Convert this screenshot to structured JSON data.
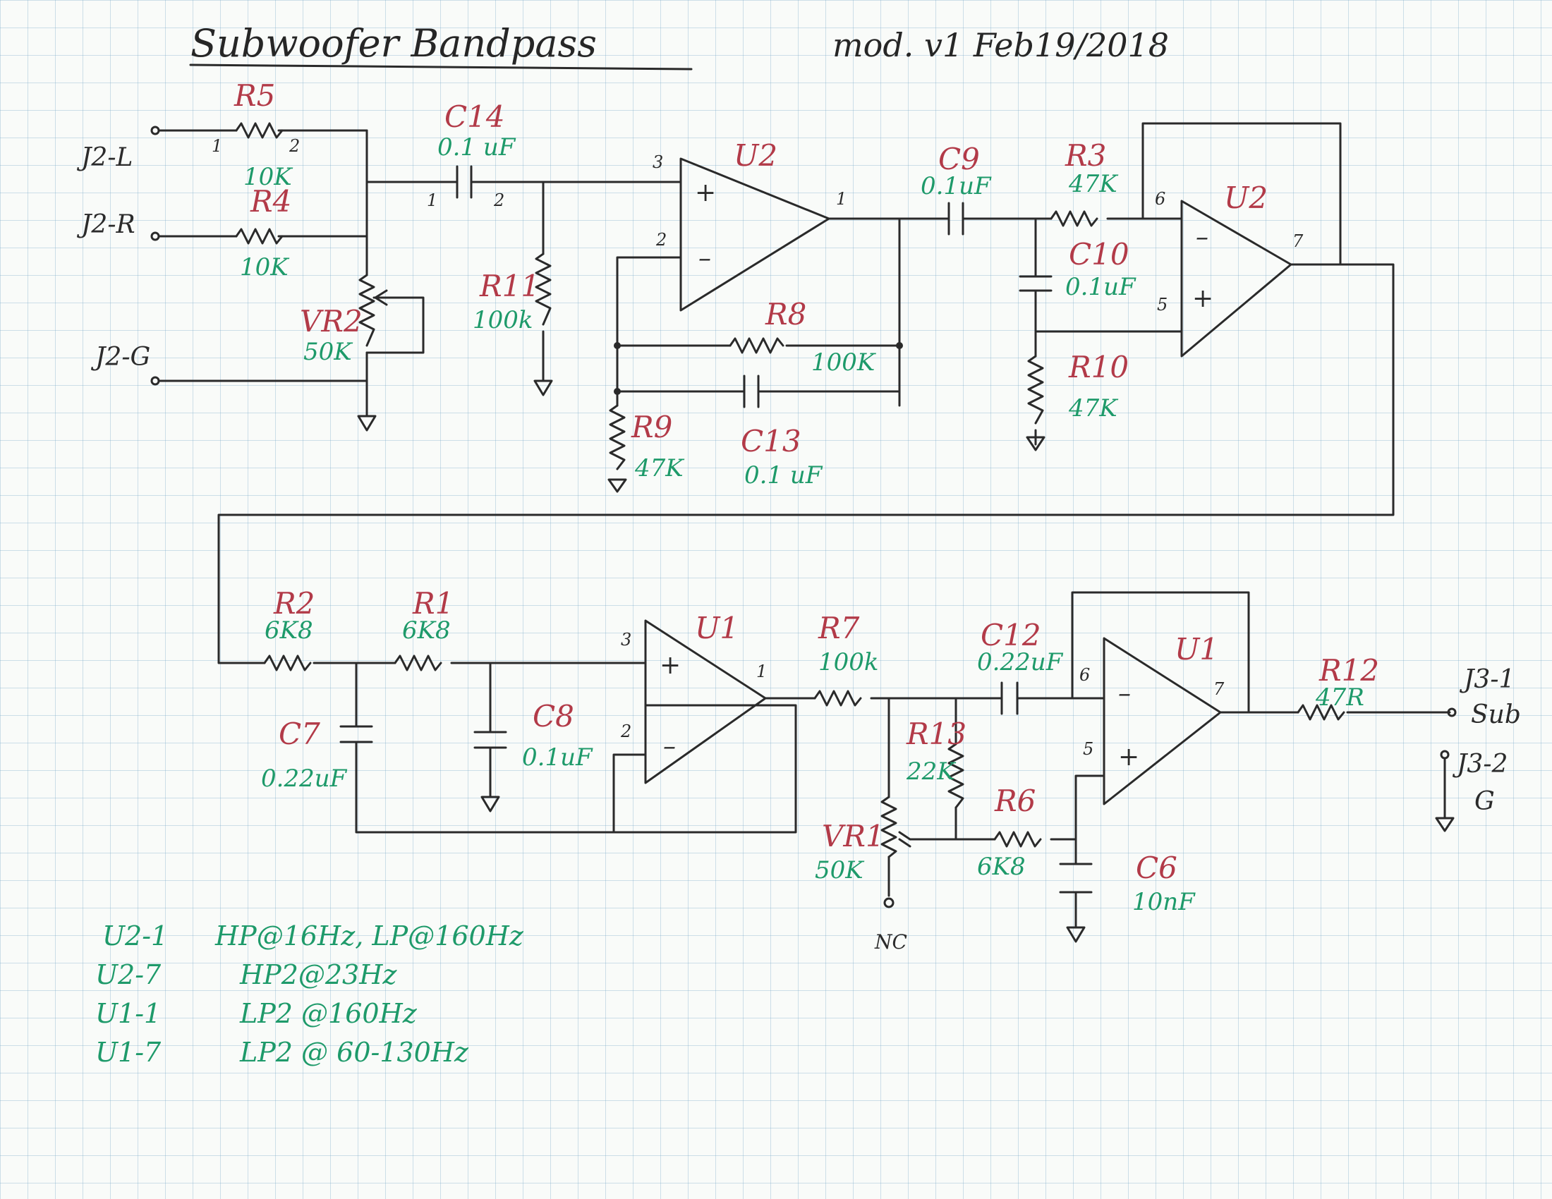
{
  "title": "Subwoofer Bandpass",
  "revision": "mod. v1 Feb19/2018",
  "colors": {
    "wire": "#2a2a2a",
    "designator": "#b23a48",
    "value": "#1e9a6a",
    "grid": "#78aac8"
  },
  "connectors": [
    {
      "id": "J2-L",
      "label": "J2-L"
    },
    {
      "id": "J2-R",
      "label": "J2-R"
    },
    {
      "id": "J2-G",
      "label": "J2-G"
    },
    {
      "id": "J3-1",
      "label": "J3-1",
      "signal": "Sub"
    },
    {
      "id": "J3-2",
      "label": "J3-2",
      "signal": "G"
    }
  ],
  "opamps": [
    {
      "id": "U2a",
      "label": "U2",
      "pins": [
        "3",
        "2",
        "1"
      ]
    },
    {
      "id": "U2b",
      "label": "U2",
      "pins": [
        "6",
        "5",
        "7"
      ]
    },
    {
      "id": "U1a",
      "label": "U1",
      "pins": [
        "3",
        "2",
        "1"
      ]
    },
    {
      "id": "U1b",
      "label": "U1",
      "pins": [
        "6",
        "5",
        "7"
      ]
    }
  ],
  "components": [
    {
      "id": "R5",
      "label": "R5",
      "value": "10K"
    },
    {
      "id": "R4",
      "label": "R4",
      "value": "10K"
    },
    {
      "id": "VR2",
      "label": "VR2",
      "value": "50K"
    },
    {
      "id": "C14",
      "label": "C14",
      "value": "0.1 uF"
    },
    {
      "id": "R11",
      "label": "R11",
      "value": "100k"
    },
    {
      "id": "R8",
      "label": "R8",
      "value": "100K"
    },
    {
      "id": "C13",
      "label": "C13",
      "value": "0.1 uF"
    },
    {
      "id": "R9",
      "label": "R9",
      "value": "47K"
    },
    {
      "id": "C9",
      "label": "C9",
      "value": "0.1uF"
    },
    {
      "id": "R3",
      "label": "R3",
      "value": "47K"
    },
    {
      "id": "C10",
      "label": "C10",
      "value": "0.1uF"
    },
    {
      "id": "R10",
      "label": "R10",
      "value": "47K"
    },
    {
      "id": "R2",
      "label": "R2",
      "value": "6K8"
    },
    {
      "id": "R1",
      "label": "R1",
      "value": "6K8"
    },
    {
      "id": "C7",
      "label": "C7",
      "value": "0.22uF"
    },
    {
      "id": "C8",
      "label": "C8",
      "value": "0.1uF"
    },
    {
      "id": "R7",
      "label": "R7",
      "value": "100k"
    },
    {
      "id": "C12",
      "label": "C12",
      "value": "0.22uF"
    },
    {
      "id": "R13",
      "label": "R13",
      "value": "22K"
    },
    {
      "id": "VR1",
      "label": "VR1",
      "value": "50K"
    },
    {
      "id": "R6",
      "label": "R6",
      "value": "6K8"
    },
    {
      "id": "C6",
      "label": "C6",
      "value": "10nF"
    },
    {
      "id": "R12",
      "label": "R12",
      "value": "47R"
    }
  ],
  "nc_label": "NC",
  "notes": [
    {
      "node": "U2-1",
      "text": "HP@16Hz, LP@160Hz"
    },
    {
      "node": "U2-7",
      "text": "HP2@23Hz"
    },
    {
      "node": "U1-1",
      "text": "LP2 @160Hz"
    },
    {
      "node": "U1-7",
      "text": "LP2 @ 60-130Hz"
    }
  ]
}
